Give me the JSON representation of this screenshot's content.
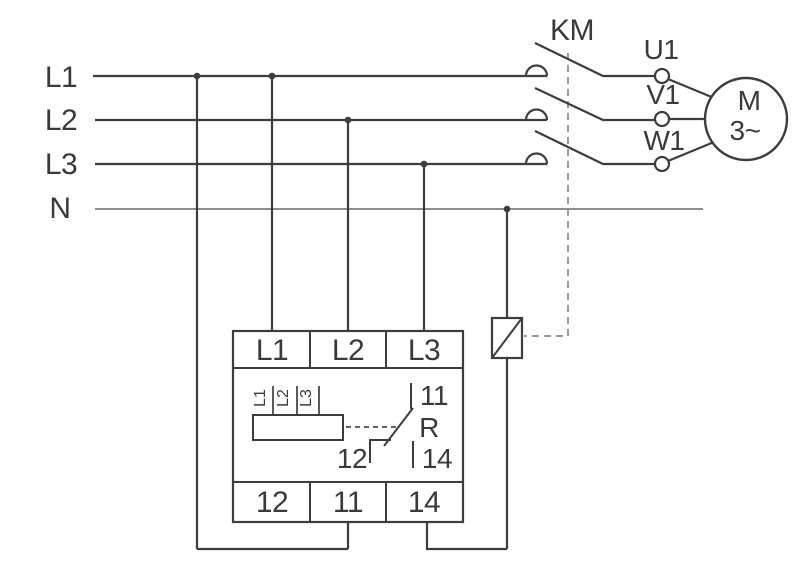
{
  "bus": {
    "l1": "L1",
    "l2": "L2",
    "l3": "L3",
    "n": "N"
  },
  "contactor": {
    "label": "KM"
  },
  "motor": {
    "terminal_u1": "U1",
    "terminal_v1": "V1",
    "terminal_w1": "W1",
    "label": "M",
    "phase": "3~"
  },
  "relay": {
    "top_terminals": [
      "L1",
      "L2",
      "L3"
    ],
    "bottom_terminals": [
      "12",
      "11",
      "14"
    ],
    "internal": {
      "input_l1": "L1",
      "input_l2": "L2",
      "input_l3": "L3",
      "contact_11": "11",
      "relay_label": "R",
      "contact_12": "12",
      "contact_14": "14"
    }
  },
  "colors": {
    "line": "#3d3d3d",
    "neutral_line": "#8e8e8e",
    "linkage_dash": "#9a9a9a",
    "actuator_dash": "#4d4d4d",
    "text": "#3a3a3a",
    "background": "#ffffff"
  }
}
